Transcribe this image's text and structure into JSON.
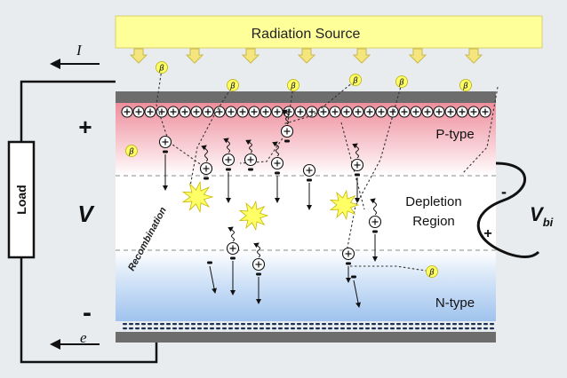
{
  "source": {
    "label": "Radiation Source"
  },
  "circuit": {
    "current_label": "I",
    "electron_label": "e",
    "load_label": "Load",
    "voltage_label": "V",
    "plus_sign": "+",
    "minus_sign": "-"
  },
  "regions": {
    "p_type": "P-type",
    "depletion_line1": "Depletion",
    "depletion_line2": "Region",
    "n_type": "N-type",
    "recombination": "Recombination"
  },
  "potential": {
    "label_main": "V",
    "label_sub": "bi",
    "minus": "-",
    "plus": "+"
  },
  "particles": {
    "beta": "β",
    "positive_charge": "+",
    "negative_charge": "-"
  },
  "colors": {
    "source_fill": "#ffff99",
    "source_arrow": "#f2e37a",
    "p_region": "#ef9aa6",
    "n_region": "#a7c8ef",
    "depletion": "#ffffff",
    "terminal": "#6d6d6d",
    "burst": "#ffff66",
    "wire": "#111111"
  }
}
